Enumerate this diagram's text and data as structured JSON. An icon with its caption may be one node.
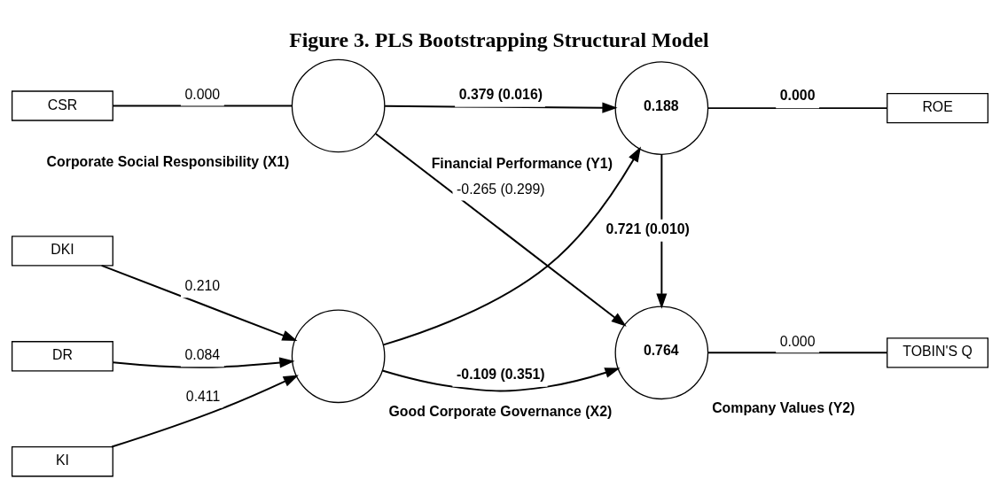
{
  "diagram": {
    "title": "Figure 3. PLS Bootstrapping Structural Model",
    "nodes": [
      {
        "text": [
          "CSR"
        ]
      },
      {
        "text": [],
        "shape": "circle",
        "beside": [
          "Corporate Social Responsibility (X1)"
        ]
      },
      {
        "text": [
          "0.188"
        ],
        "beside": [
          "Financial Performance (Y1)"
        ]
      },
      {
        "text": [
          "ROE"
        ]
      },
      {
        "text": [
          "DKI"
        ]
      },
      {
        "text": [
          "DR"
        ]
      },
      {
        "text": [
          "KI"
        ]
      },
      {
        "text": [],
        "shape": "circle",
        "beside": [
          "Good Corporate Governance (X2)"
        ]
      },
      {
        "text": [
          "0.764"
        ],
        "beside": [
          "Company Values (Y2)"
        ]
      },
      {
        "text": [
          "TOBIN'S Q"
        ]
      }
    ],
    "edges": [
      {
        "from": 0,
        "to": 1,
        "arrow": "none",
        "label": "0.000"
      },
      {
        "from": 1,
        "to": 2,
        "arrow": "to",
        "label": "0.379 (0.016)"
      },
      {
        "from": 2,
        "to": 3,
        "arrow": "none",
        "label": "0.000"
      },
      {
        "from": 1,
        "to": 8,
        "arrow": "to",
        "label": "-0.265 (0.299)"
      },
      {
        "from": 7,
        "to": 2,
        "arrow": "to"
      },
      {
        "from": 2,
        "to": 8,
        "arrow": "to",
        "label": "0.721 (0.010)"
      },
      {
        "from": 4,
        "to": 7,
        "arrow": "to",
        "label": "0.210"
      },
      {
        "from": 5,
        "to": 7,
        "arrow": "to",
        "label": "0.084"
      },
      {
        "from": 6,
        "to": 7,
        "arrow": "to",
        "label": "0.411"
      },
      {
        "from": 7,
        "to": 8,
        "arrow": "to",
        "label": "-0.109 (0.351)"
      },
      {
        "from": 8,
        "to": 9,
        "arrow": "none",
        "label": "0.000"
      }
    ]
  }
}
